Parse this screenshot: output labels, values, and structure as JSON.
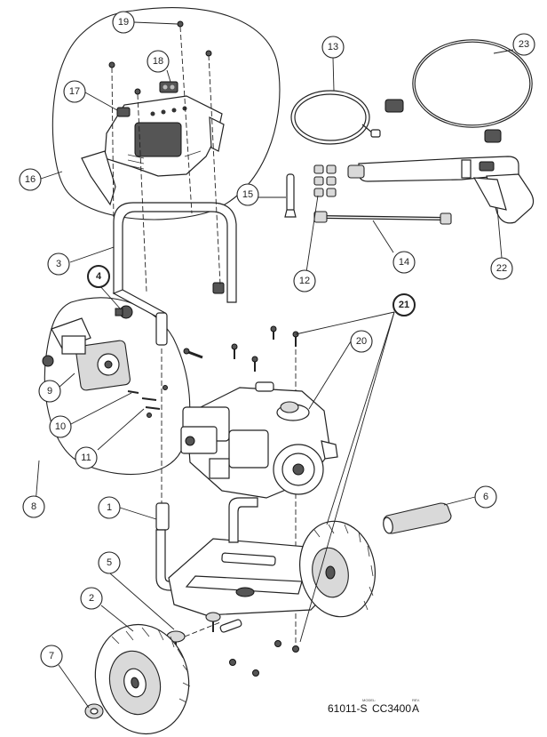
{
  "callouts": [
    "1",
    "2",
    "3",
    "4",
    "5",
    "6",
    "7",
    "8",
    "9",
    "10",
    "11",
    "12",
    "13",
    "14",
    "15",
    "16",
    "17",
    "18",
    "19",
    "20",
    "21",
    "22",
    "23"
  ],
  "model": {
    "model_caption": "MODEL:",
    "rev_caption": "REV.",
    "model_number": "61011-S",
    "model_code": "CC3400",
    "revision": "A"
  }
}
